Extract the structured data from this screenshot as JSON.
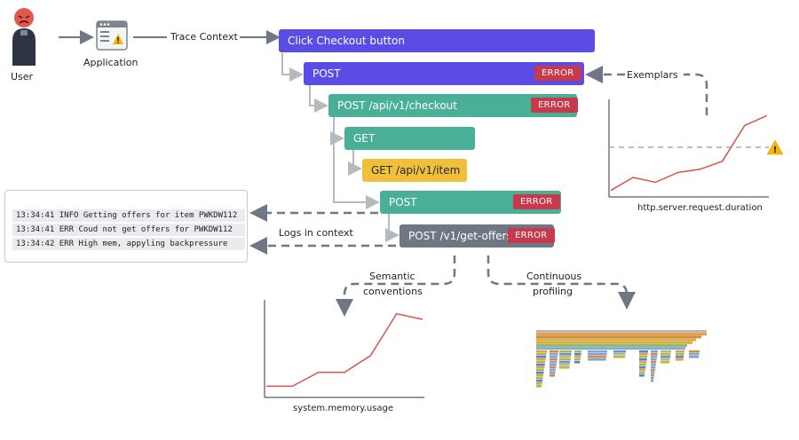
{
  "actors": {
    "user_label": "User",
    "app_label": "Application",
    "trace_context_label": "Trace Context"
  },
  "spans": [
    {
      "label": "Click Checkout button",
      "color": "#5b4ce6"
    },
    {
      "label": "POST",
      "color": "#5b4ce6",
      "status": "ERROR"
    },
    {
      "label": "POST /api/v1/checkout",
      "color": "#4aaf97",
      "status": "ERROR"
    },
    {
      "label": "GET",
      "color": "#4aaf97"
    },
    {
      "label": "GET /api/v1/item",
      "color": "#f1bf3a"
    },
    {
      "label": "POST",
      "color": "#4aaf97",
      "status": "ERROR"
    },
    {
      "label": "POST /v1/get-offers",
      "color": "#6f7784",
      "status": "ERROR"
    }
  ],
  "logs": {
    "label": "Logs in context",
    "lines": [
      "13:34:41 INFO Getting offers for item PWKDW112",
      "13:34:41 ERR Coud not get offers for PWKDW112",
      "13:34:42 ERR High mem, appyling backpressure"
    ]
  },
  "exemplars": {
    "label": "Exemplars",
    "caption": "http.server.request.duration"
  },
  "semantic": {
    "label_line1": "Semantic",
    "label_line2": "conventions",
    "caption": "system.memory.usage"
  },
  "profiling": {
    "label_line1": "Continuous",
    "label_line2": "profiling"
  },
  "colors": {
    "error": "#c73a4b",
    "chart_line": "#d9534f",
    "arrow": "#6f7784",
    "warning": "#f5b400"
  },
  "chart_data": [
    {
      "type": "line",
      "title": "",
      "xlabel": "http.server.request.duration",
      "ylabel": "",
      "x": [
        0,
        1,
        2,
        3,
        4,
        5,
        6,
        7
      ],
      "values": [
        0.2,
        0.6,
        0.45,
        0.75,
        0.85,
        1.1,
        2.2,
        2.5
      ],
      "threshold": 1.9,
      "ylim": [
        0,
        3
      ]
    },
    {
      "type": "line",
      "title": "",
      "xlabel": "system.memory.usage",
      "ylabel": "",
      "x": [
        0,
        1,
        2,
        3,
        4,
        5,
        6
      ],
      "values": [
        0.8,
        0.8,
        1.8,
        1.8,
        3.0,
        6.0,
        5.6
      ],
      "ylim": [
        0,
        7
      ]
    }
  ]
}
